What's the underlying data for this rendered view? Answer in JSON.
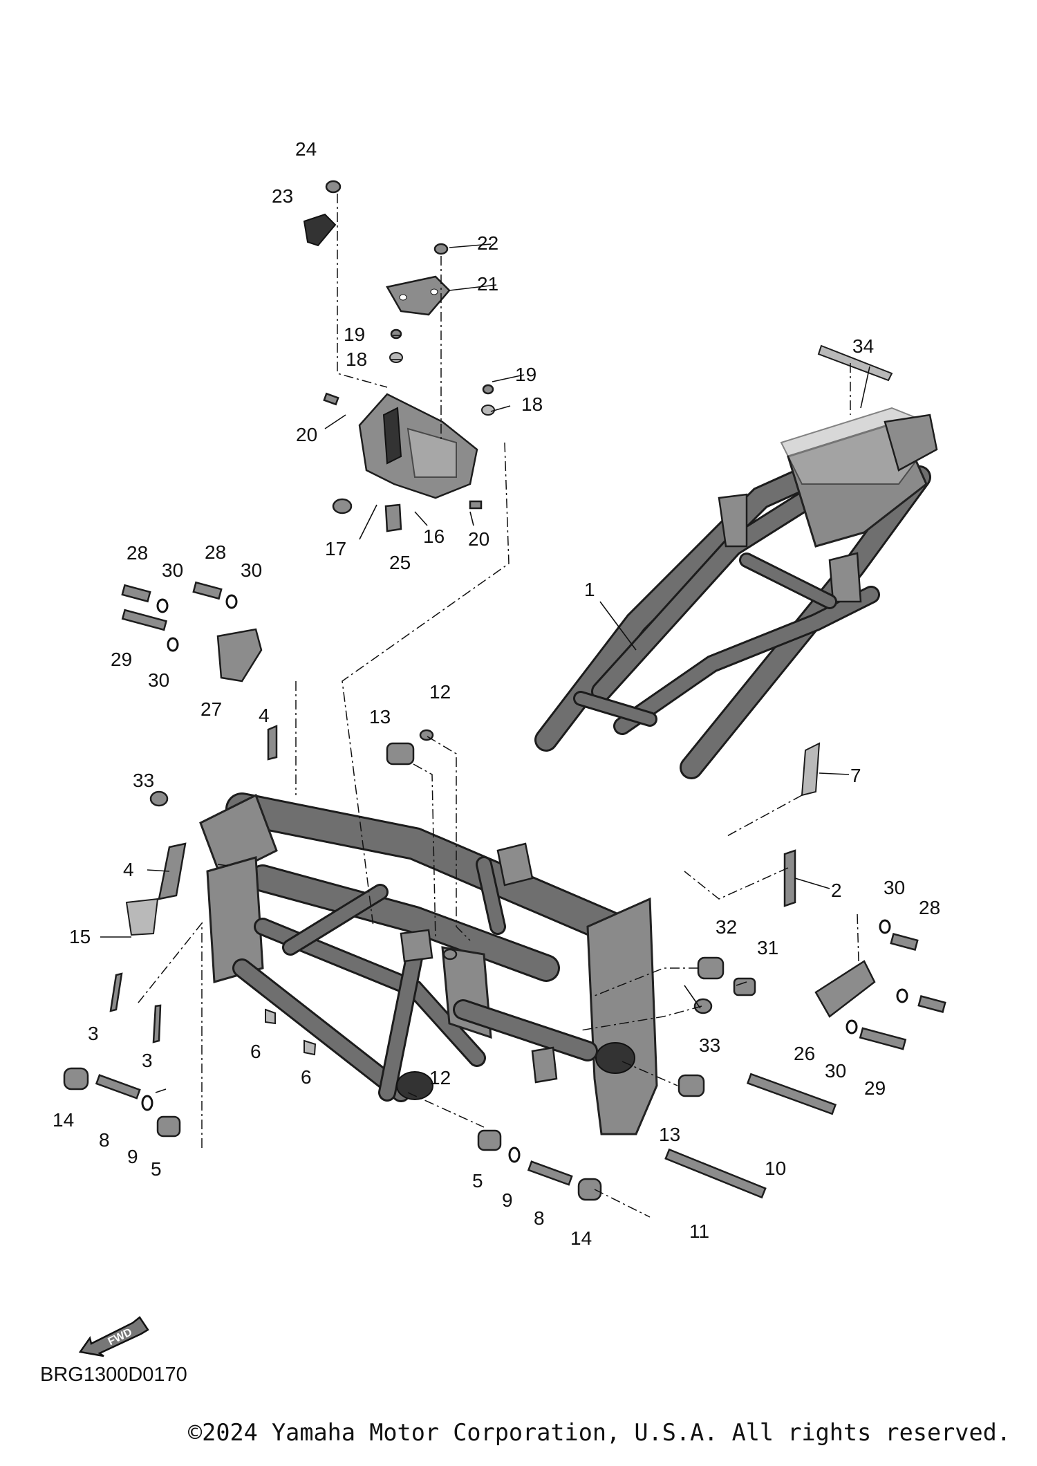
{
  "diagram": {
    "callouts": [
      "1",
      "2",
      "3",
      "3",
      "4",
      "4",
      "5",
      "5",
      "6",
      "6",
      "7",
      "8",
      "8",
      "9",
      "9",
      "10",
      "11",
      "12",
      "12",
      "13",
      "13",
      "14",
      "14",
      "15",
      "16",
      "17",
      "18",
      "18",
      "19",
      "19",
      "20",
      "20",
      "21",
      "22",
      "23",
      "24",
      "25",
      "26",
      "27",
      "28",
      "28",
      "28",
      "29",
      "29",
      "30",
      "30",
      "30",
      "30",
      "30",
      "31",
      "32",
      "33",
      "33",
      "34"
    ],
    "fwd_label": "FWD",
    "diagram_code": "BRG1300D0170",
    "copyright": "©2024 Yamaha Motor Corporation, U.S.A. All rights reserved."
  },
  "colors": {
    "part_fill": "#8c8c8c",
    "line": "#111111",
    "background": "#ffffff"
  }
}
